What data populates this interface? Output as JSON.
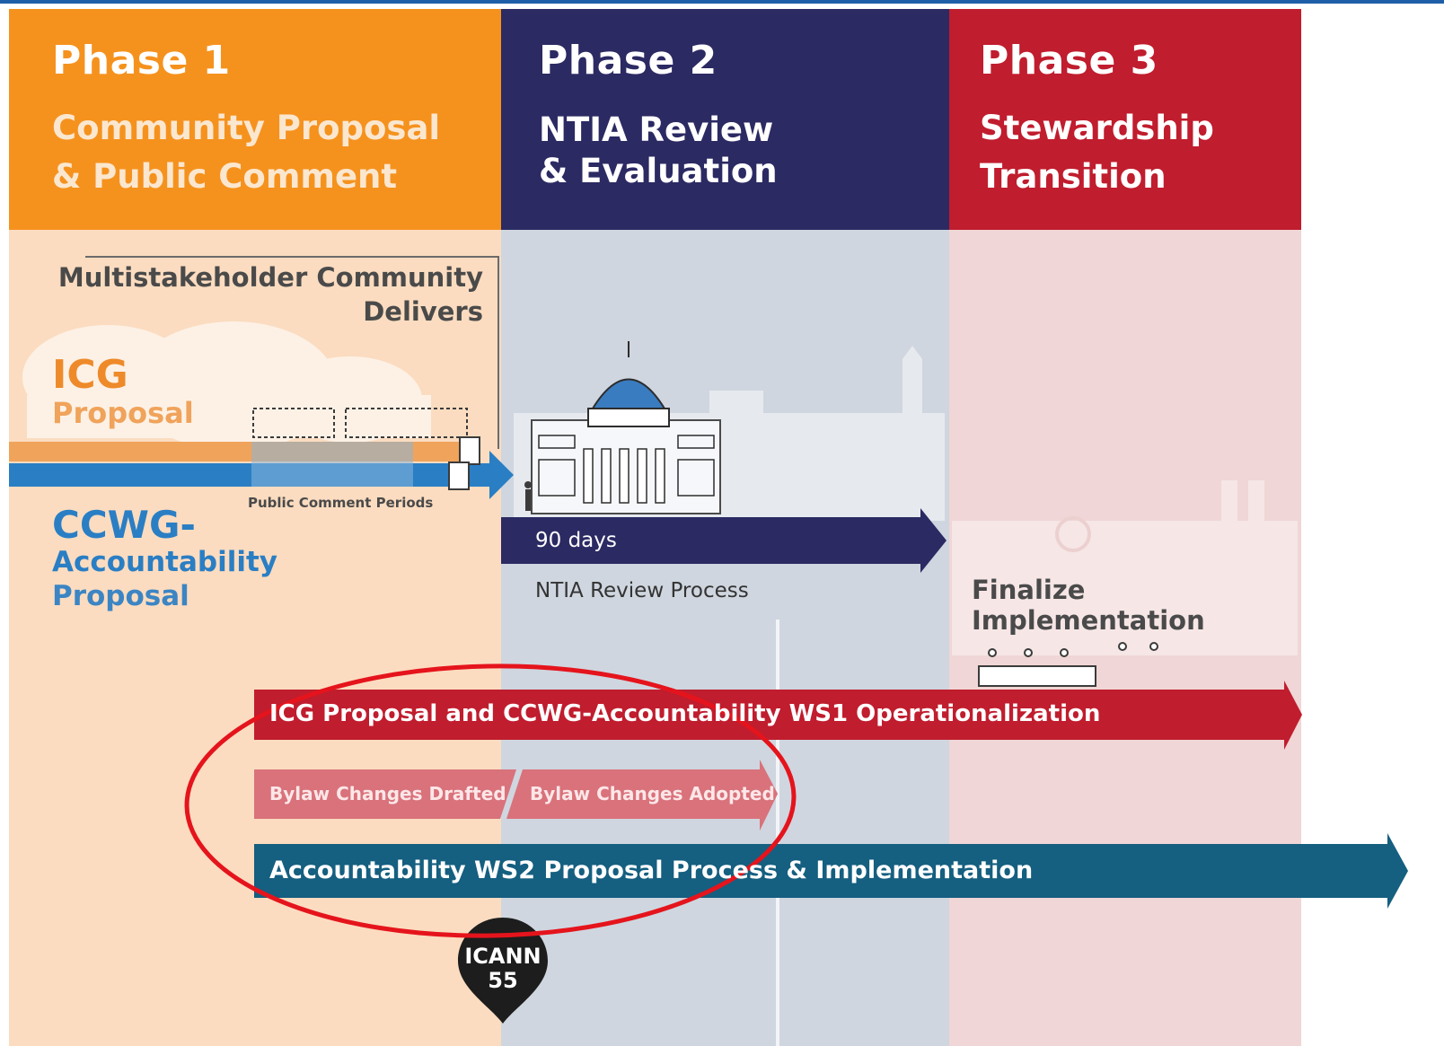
{
  "phases": [
    {
      "title": "Phase 1",
      "subtitle": "Community Proposal\n& Public Comment",
      "color": "#f5921e",
      "bg": "#fbdcc0"
    },
    {
      "title": "Phase 2",
      "subtitle": "NTIA Review\n& Evaluation",
      "color": "#2b2a63",
      "bg": "#cfd6df"
    },
    {
      "title": "Phase 3",
      "subtitle": "Stewardship\nTransition",
      "color": "#c01d2e",
      "bg": "#f0d6d6"
    }
  ],
  "phase1": {
    "delivers_label": "Multistakeholder Community\nDelivers",
    "icg_title": "ICG",
    "icg_sub": "Proposal",
    "public_comment": "Public Comment Periods",
    "ccwg_title": "CCWG-",
    "ccwg_line2": "Accountability",
    "ccwg_line3": "Proposal"
  },
  "phase2": {
    "days": "90 days",
    "review_process": "NTIA Review Process"
  },
  "phase3": {
    "finalize": "Finalize\nImplementation"
  },
  "bars": {
    "ws1": "ICG Proposal and CCWG-Accountability WS1 Operationalization",
    "bylaw_drafted": "Bylaw Changes Drafted",
    "bylaw_adopted": "Bylaw Changes Adopted",
    "ws2": "Accountability WS2 Proposal Process & Implementation"
  },
  "marker": {
    "line1": "ICANN",
    "line2": "55"
  },
  "colors": {
    "orange": "#f5921e",
    "navy": "#2b2a63",
    "red": "#c01d2e",
    "blue_arrow": "#2a7ec4",
    "teal": "#155f80",
    "pink": "#d9727b",
    "highlight_circle": "#e5141c"
  }
}
